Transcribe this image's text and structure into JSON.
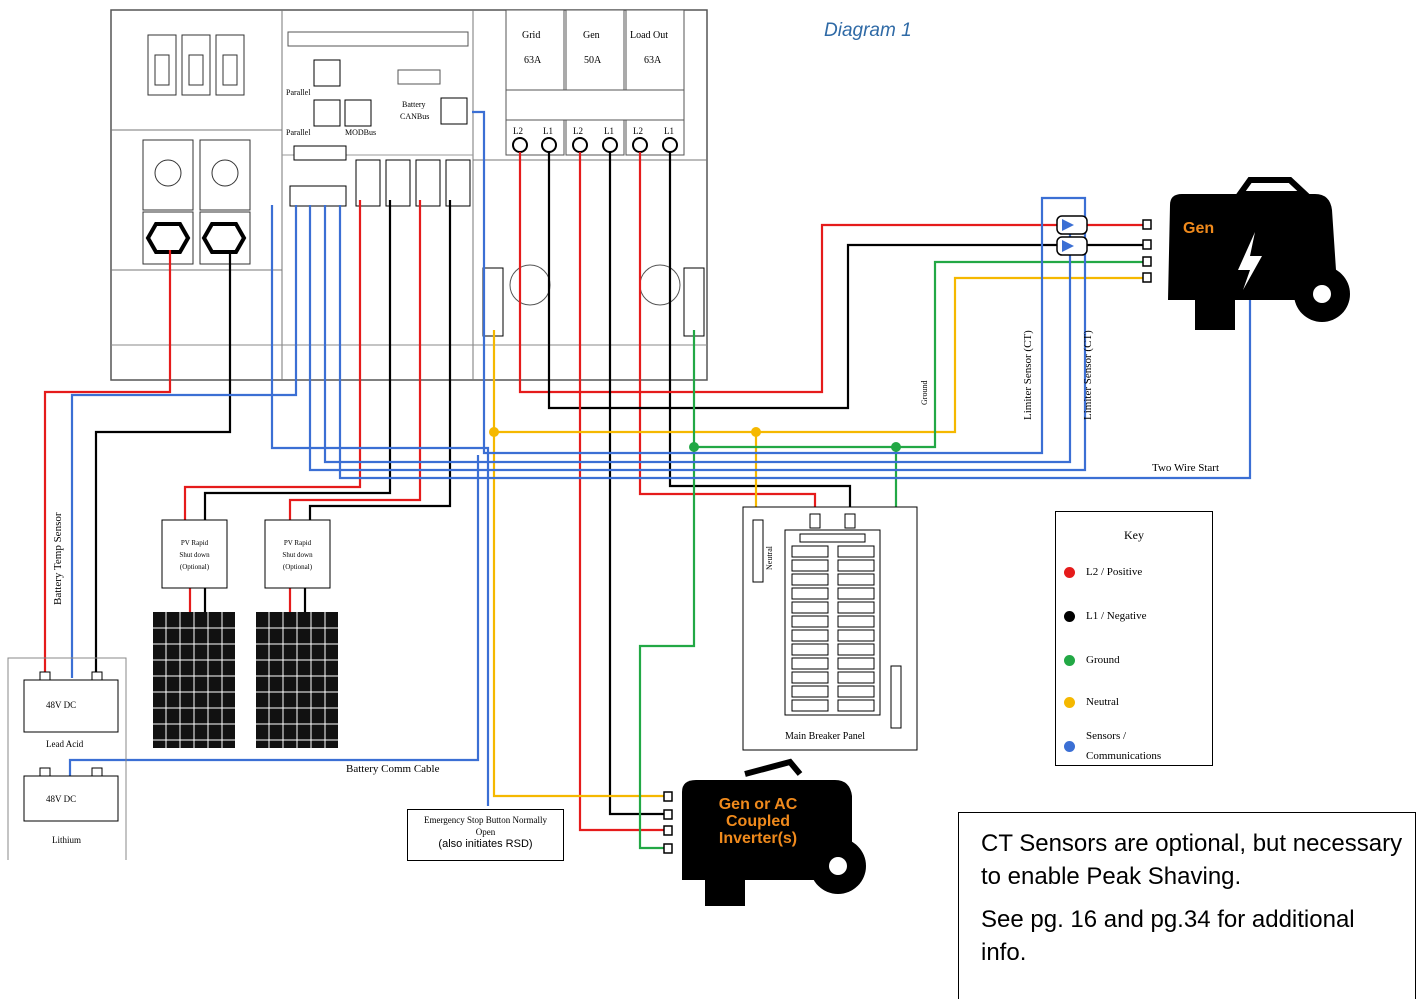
{
  "caption": "Diagram  1",
  "breakers": [
    {
      "name": "Grid",
      "rating": "63A"
    },
    {
      "name": "Gen",
      "rating": "50A"
    },
    {
      "name": "Load Out",
      "rating": "63A"
    }
  ],
  "terminal_labels": [
    "L2",
    "L1",
    "L2",
    "L1",
    "L2",
    "L1"
  ],
  "ports": {
    "parallel_1": "Parallel",
    "parallel_2": "Parallel",
    "modbus": "MODBus",
    "battery_canbus_line1": "Battery",
    "battery_canbus_line2": "CANBus"
  },
  "generator_label": "Gen",
  "coupled_label_lines": [
    "Gen or AC",
    "Coupled",
    "Inverter(s)"
  ],
  "pv_rsd": [
    "PV Rapid",
    "Shut down",
    "(Optional)"
  ],
  "battery_lead_acid": {
    "voltage": "48V DC",
    "type": "Lead Acid"
  },
  "battery_lithium": {
    "voltage": "48V DC",
    "type": "Lithium"
  },
  "battery_temp_sensor": "Battery Temp Sensor",
  "battery_comm_cable": "Battery Comm Cable",
  "emergency_stop": {
    "line1": "Emergency Stop Button Normally",
    "line2": "Open",
    "line3": "(also initiates RSD)"
  },
  "main_breaker_panel": "Main Breaker Panel",
  "neutral_bar": "Neutral",
  "ground_label": "Ground",
  "limiter_sensor_1": "Limiter Sensor (CT)",
  "limiter_sensor_2": "Limiter Sensor (CT)",
  "two_wire_start": "Two Wire Start",
  "key": {
    "title": "Key",
    "items": [
      {
        "label": "L2 / Positive",
        "color": "#e51b1b"
      },
      {
        "label": "L1 / Negative",
        "color": "#000000"
      },
      {
        "label": "Ground",
        "color": "#22a845"
      },
      {
        "label": "Neutral",
        "color": "#f5b800"
      },
      {
        "label": "Sensors /",
        "label2": "Communications",
        "color": "#3b6fd4"
      }
    ]
  },
  "note": {
    "line1": "CT Sensors are optional, but necessary to enable Peak Shaving.",
    "line2": "See pg. 16 and pg.34 for additional info."
  },
  "colors": {
    "red": "#e51b1b",
    "black": "#000000",
    "green": "#22a845",
    "yellow": "#f5b800",
    "blue": "#3b6fd4",
    "gen_orange": "#f08a1c"
  }
}
